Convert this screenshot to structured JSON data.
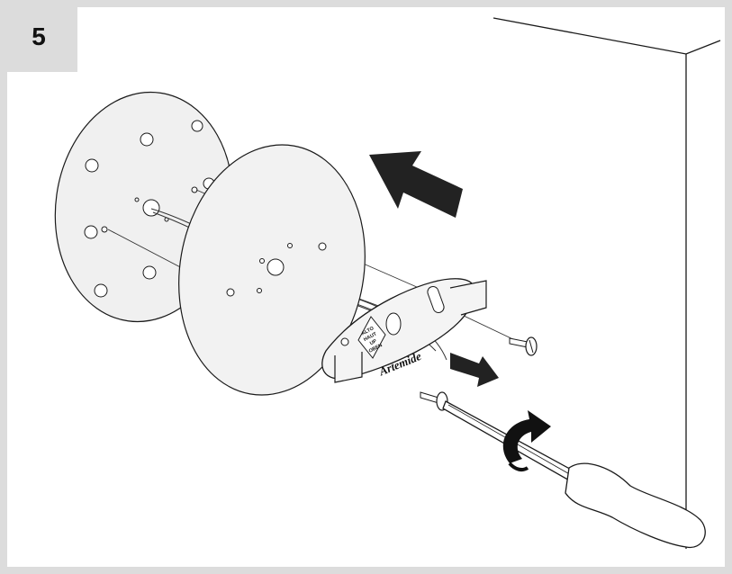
{
  "step": {
    "number": "5"
  },
  "bracket": {
    "brand": "Artemide",
    "orientation_label": [
      "ALTO",
      "HAUT",
      "UP",
      "OBEN"
    ]
  },
  "colors": {
    "frame": "#dcdcdc",
    "disc": "#f2f2f2",
    "line": "#1a1a1a",
    "arrow": "#222222"
  },
  "icons": [
    "push-arrow-icon",
    "pull-arrow-icon",
    "rotate-arrow-icon",
    "screwdriver-icon",
    "screw-icon"
  ]
}
